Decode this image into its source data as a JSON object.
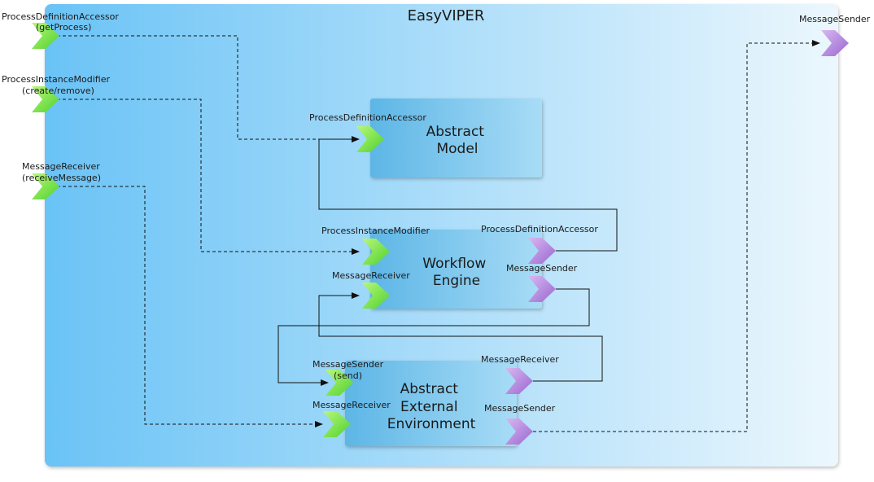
{
  "title": "EasyVIPER",
  "colors": {
    "provided": "#7be642",
    "required": "#b98be0",
    "container_left": "#6fc6f7",
    "container_right": "#eaf6fd",
    "box": "#8fd0f2"
  },
  "outer_ports": [
    {
      "line1": "ProcessDefinitionAccessor",
      "line2": "(getProcess)"
    },
    {
      "line1": "ProcessInstanceModifier",
      "line2": "(create/remove)"
    },
    {
      "line1": "MessageReceiver",
      "line2": "(receiveMessage)"
    },
    {
      "line1": "MessageSender",
      "line2": ""
    }
  ],
  "components": [
    {
      "name_lines": [
        "Abstract",
        "Model"
      ],
      "ports": [
        {
          "label": "ProcessDefinitionAccessor",
          "sub": ""
        }
      ]
    },
    {
      "name_lines": [
        "Workflow",
        "Engine"
      ],
      "ports": [
        {
          "label": "ProcessInstanceModifier",
          "sub": ""
        },
        {
          "label": "MessageReceiver",
          "sub": ""
        },
        {
          "label": "ProcessDefinitionAccessor",
          "sub": ""
        },
        {
          "label": "MessageSender",
          "sub": ""
        }
      ]
    },
    {
      "name_lines": [
        "Abstract",
        "External",
        "Environment"
      ],
      "ports": [
        {
          "label": "MessageSender",
          "sub": "(send)"
        },
        {
          "label": "MessageReceiver",
          "sub": ""
        },
        {
          "label": "MessageReceiver",
          "sub": ""
        },
        {
          "label": "MessageSender",
          "sub": ""
        }
      ]
    }
  ]
}
